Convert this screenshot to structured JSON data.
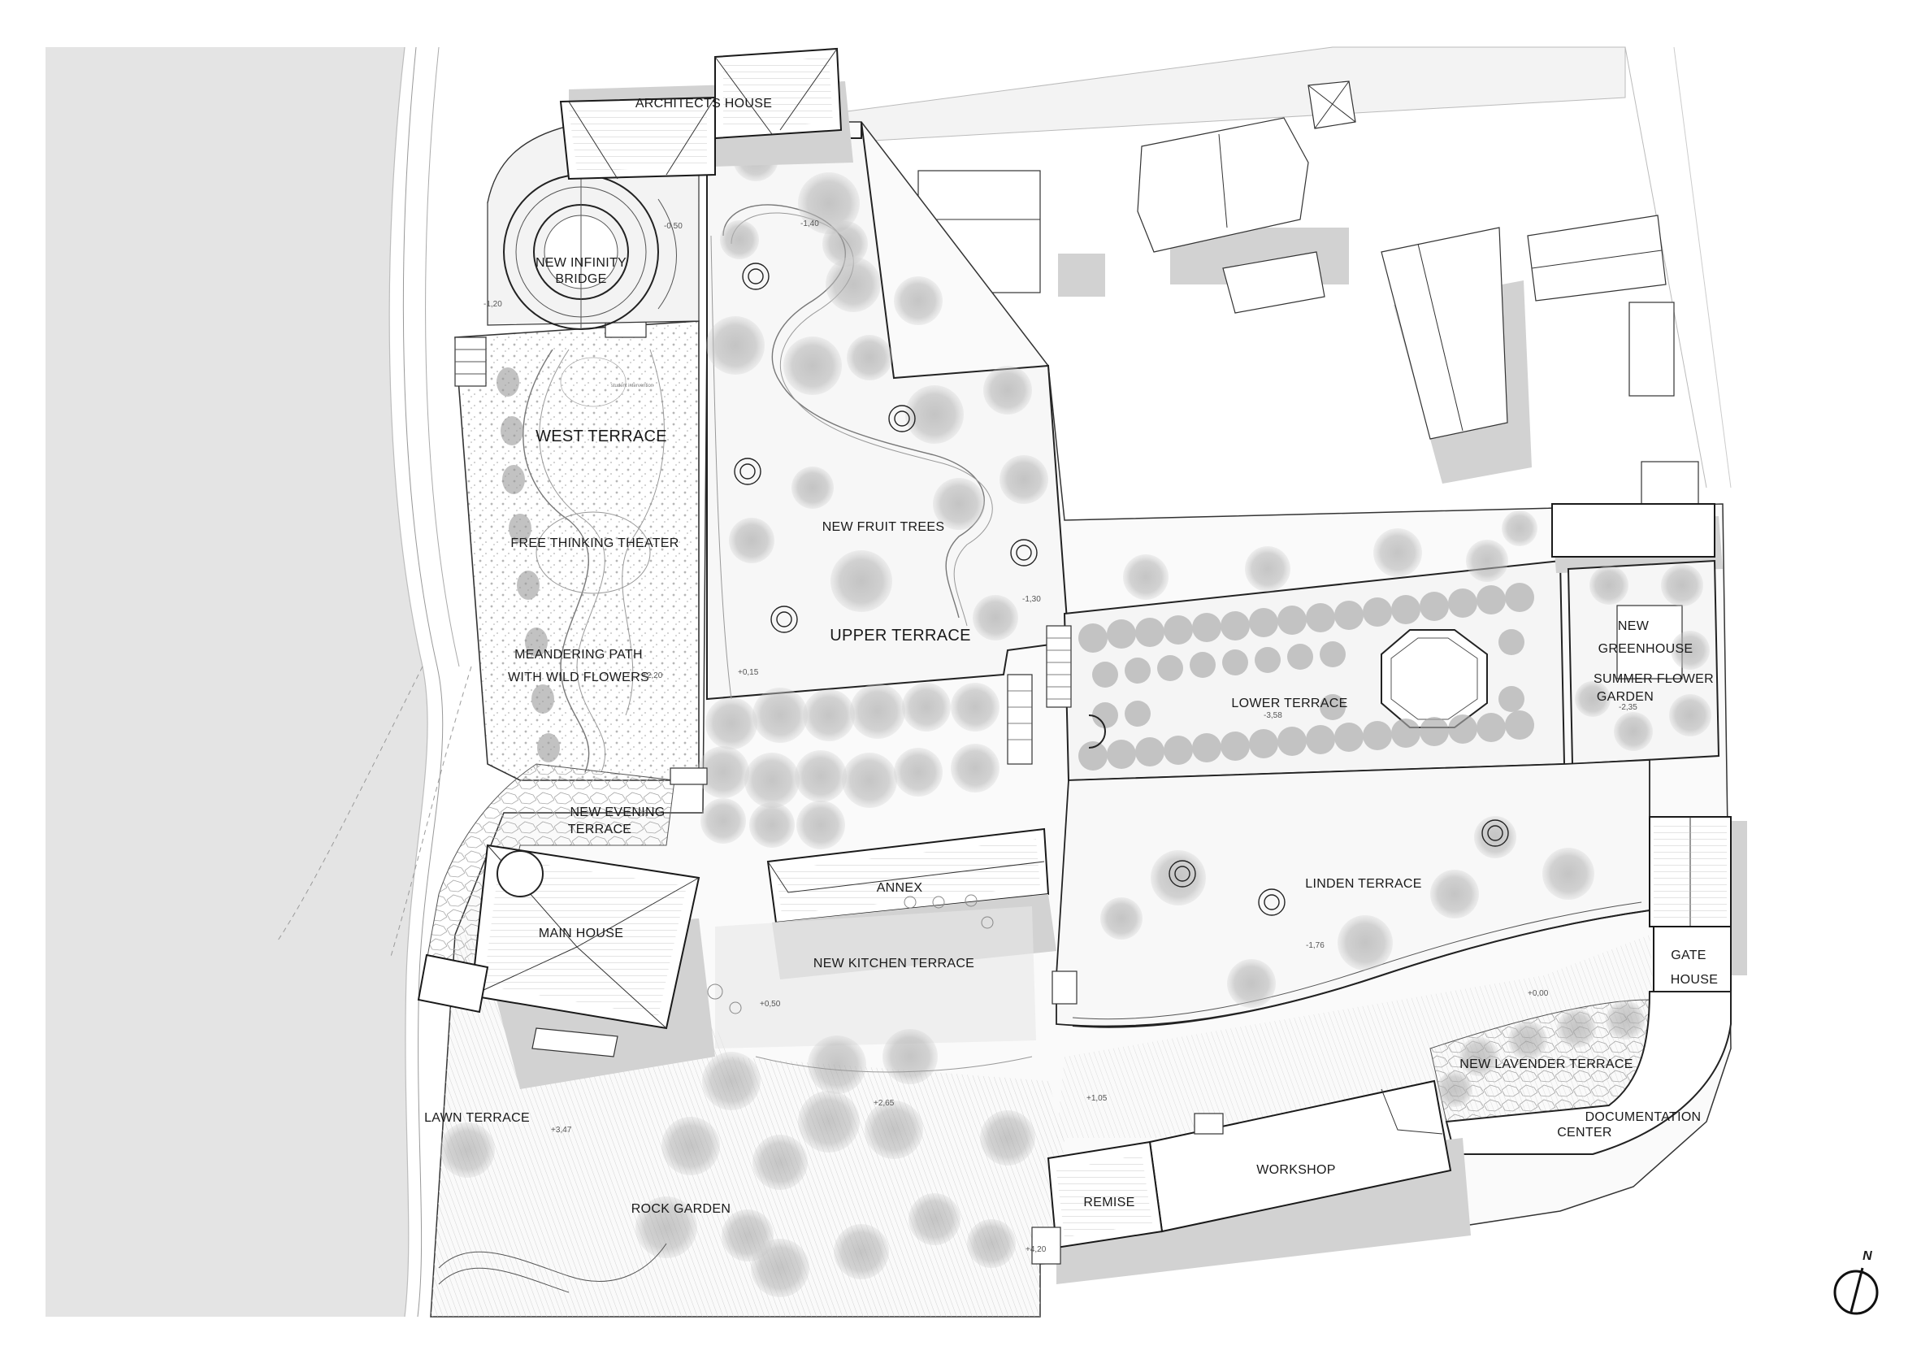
{
  "areas": {
    "architects_house": "ARCHITECTS HOUSE",
    "new_infinity_bridge_1": "NEW INFINITY",
    "new_infinity_bridge_2": "BRIDGE",
    "west_terrace": "WEST TERRACE",
    "free_thinking_theater": "FREE THINKING THEATER",
    "meandering_path_1": "MEANDERING PATH",
    "meandering_path_2": "WITH WILD FLOWERS",
    "new_evening_terrace_1": "NEW EVENING",
    "new_evening_terrace_2": "TERRACE",
    "main_house": "MAIN HOUSE",
    "new_fruit_trees": "NEW FRUIT TREES",
    "upper_terrace": "UPPER TERRACE",
    "annex": "ANNEX",
    "new_kitchen_terrace": "NEW KITCHEN TERRACE",
    "lower_terrace": "LOWER TERRACE",
    "new_greenhouse_1": "NEW",
    "new_greenhouse_2": "GREENHOUSE",
    "summer_flower_garden_1": "SUMMER FLOWER",
    "summer_flower_garden_2": "GARDEN",
    "linden_terrace": "LINDEN TERRACE",
    "gate_house_1": "GATE",
    "gate_house_2": "HOUSE",
    "new_lavender_terrace": "NEW LAVENDER TERRACE",
    "documentation_center_1": "DOCUMENTATION",
    "documentation_center_2": "CENTER",
    "lawn_terrace": "LAWN TERRACE",
    "rock_garden": "ROCK GARDEN",
    "remise": "REMISE",
    "workshop": "WORKSHOP"
  },
  "small_note": "student intervention",
  "levels": {
    "l1": "-0,50",
    "l2": "-1,40",
    "l3": "-1,20",
    "l4": "+2,20",
    "l5": "+0,15",
    "l6": "-1,30",
    "l7": "-3,58",
    "l8": "-2,35",
    "l9": "-1,76",
    "l10": "+0,00",
    "l11": "+0,50",
    "l12": "+2,65",
    "l13": "+1,05",
    "l14": "+3,47",
    "l15": "+4,20"
  },
  "north_label": "N",
  "icons": [
    "north-arrow-icon"
  ]
}
